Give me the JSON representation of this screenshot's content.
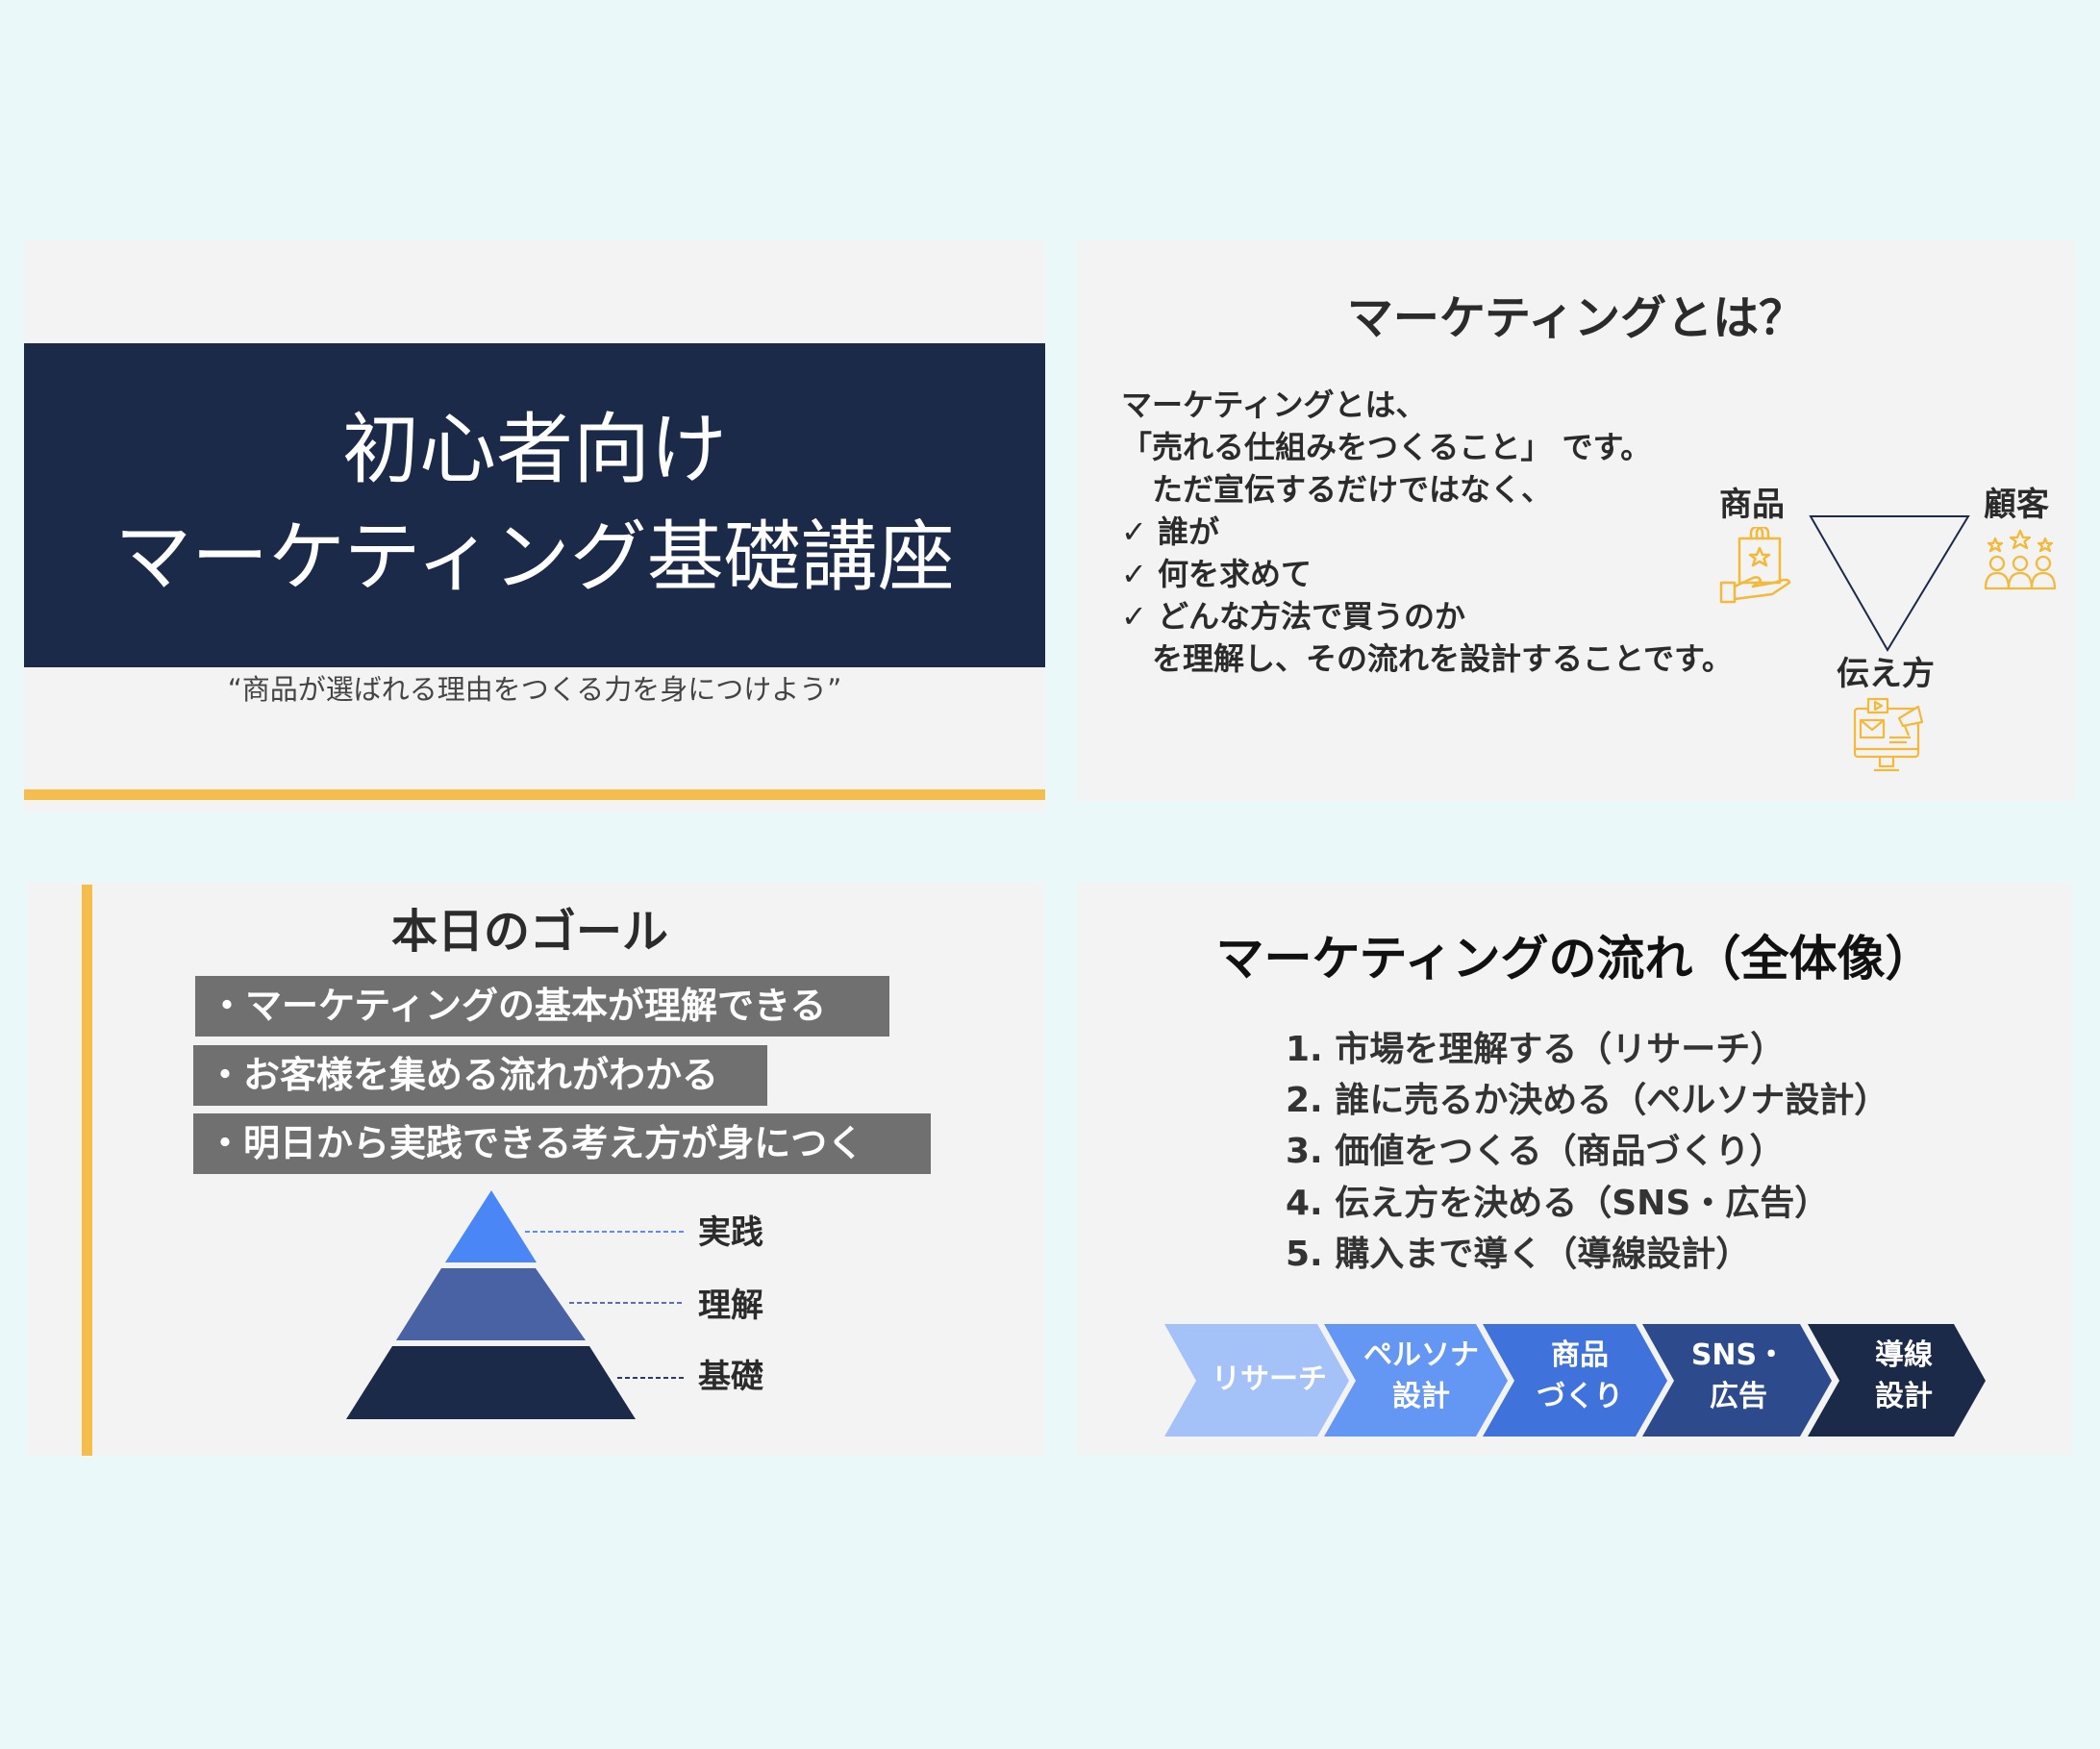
{
  "background_color": "#eaf8f9",
  "slide_fill": "#f3f3f3",
  "accent_yellow": "#f4bd4c",
  "navy": "#1c2a4a",
  "slide1": {
    "title_line1": "初心者向け",
    "title_line2": "マーケティング基礎講座",
    "subtitle": "“商品が選ばれる理由をつくる力を身につけよう”"
  },
  "slide2": {
    "title": "マーケティングとは？",
    "body_lines": [
      "マーケティングとは、",
      "「売れる仕組みをつくること」 です。",
      "　ただ宣伝するだけではなく、",
      "✓ 誰が",
      "✓ 何を求めて",
      "✓ どんな方法で買うのか",
      "　を理解し、その流れを設計することです。"
    ],
    "diagram": {
      "labels": [
        "商品",
        "顧客",
        "伝え方"
      ],
      "icons": [
        "shopping-bag-hand-icon",
        "customers-stars-icon",
        "monitor-megaphone-icon"
      ],
      "icon_color": "#f2b93b",
      "triangle_color": "#1c2a4a"
    }
  },
  "slide3": {
    "title": "本日のゴール",
    "goals": [
      "・マーケティングの基本が理解できる",
      "・お客様を集める流れがわかる",
      "・明日から実践できる考え方が身につく"
    ],
    "pyramid": {
      "tiers": [
        {
          "label": "実践",
          "color": "#4a86f5"
        },
        {
          "label": "理解",
          "color": "#4862a3"
        },
        {
          "label": "基礎",
          "color": "#1c2a4a"
        }
      ]
    }
  },
  "slide4": {
    "title": "マーケティングの流れ（全体像）",
    "steps": [
      "1. 市場を理解する（リサーチ）",
      "2. 誰に売るか決める（ペルソナ設計）",
      "3. 価値をつくる（商品づくり）",
      "4. 伝え方を決める（SNS・広告）",
      "5. 購入まで導く（導線設計）"
    ],
    "chevrons": [
      {
        "line1": "リサーチ",
        "line2": "",
        "color": "#a4c2f7"
      },
      {
        "line1": "ペルソナ",
        "line2": "設計",
        "color": "#6497f3"
      },
      {
        "line1": "商品",
        "line2": "づくり",
        "color": "#3f72db"
      },
      {
        "line1": "SNS・",
        "line2": "広告",
        "color": "#2d4a8d"
      },
      {
        "line1": "導線",
        "line2": "設計",
        "color": "#1c2a4a"
      }
    ]
  }
}
